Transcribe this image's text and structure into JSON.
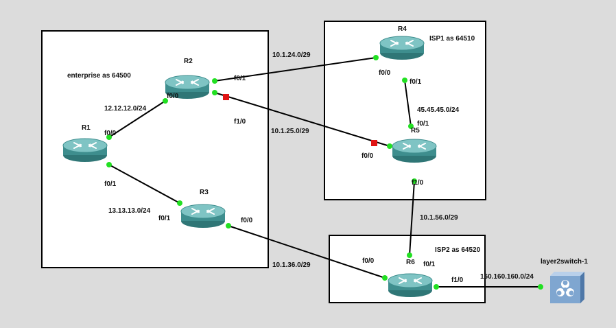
{
  "areas": {
    "enterprise": "enterprise as 64500",
    "isp1": "ISP1 as 64510",
    "isp2": "ISP2 as 64520"
  },
  "nodes": {
    "r1": "R1",
    "r2": "R2",
    "r3": "R3",
    "r4": "R4",
    "r5": "R5",
    "r6": "R6",
    "switch": "layer2switch-1"
  },
  "networks": {
    "r1_r2": "12.12.12.0/24",
    "r1_r3": "13.13.13.0/24",
    "r2_r4": "10.1.24.0/29",
    "r2_r5": "10.1.25.0/29",
    "r4_r5": "45.45.45.0/24",
    "r3_r6": "10.1.36.0/29",
    "r5_r6": "10.1.56.0/29",
    "r6_sw": "160.160.160.0/24"
  },
  "interfaces": {
    "r2_f01": "f0/1",
    "r2_f00": "f0/0",
    "r2_f10": "f1/0",
    "r1_f00": "f0/0",
    "r1_f01": "f0/1",
    "r3_f01": "f0/1",
    "r3_f00": "f0/0",
    "r4_f00": "f0/0",
    "r4_f01": "f0/1",
    "r5_f01": "f0/1",
    "r5_f00": "f0/0",
    "r5_f10": "f1/0",
    "r6_f00": "f0/0",
    "r6_f01": "f0/1",
    "r6_f10": "f1/0"
  },
  "colors": {
    "router_body": "#3e8e8e",
    "router_top": "#7fc4c4",
    "port_up": "#22e022",
    "port_down": "#e01414",
    "switch_body": "#7fa6d0"
  },
  "icons": {
    "router": "router-icon",
    "switch": "biohazard-switch-icon"
  },
  "link_status": {
    "r2_r5": "down"
  }
}
